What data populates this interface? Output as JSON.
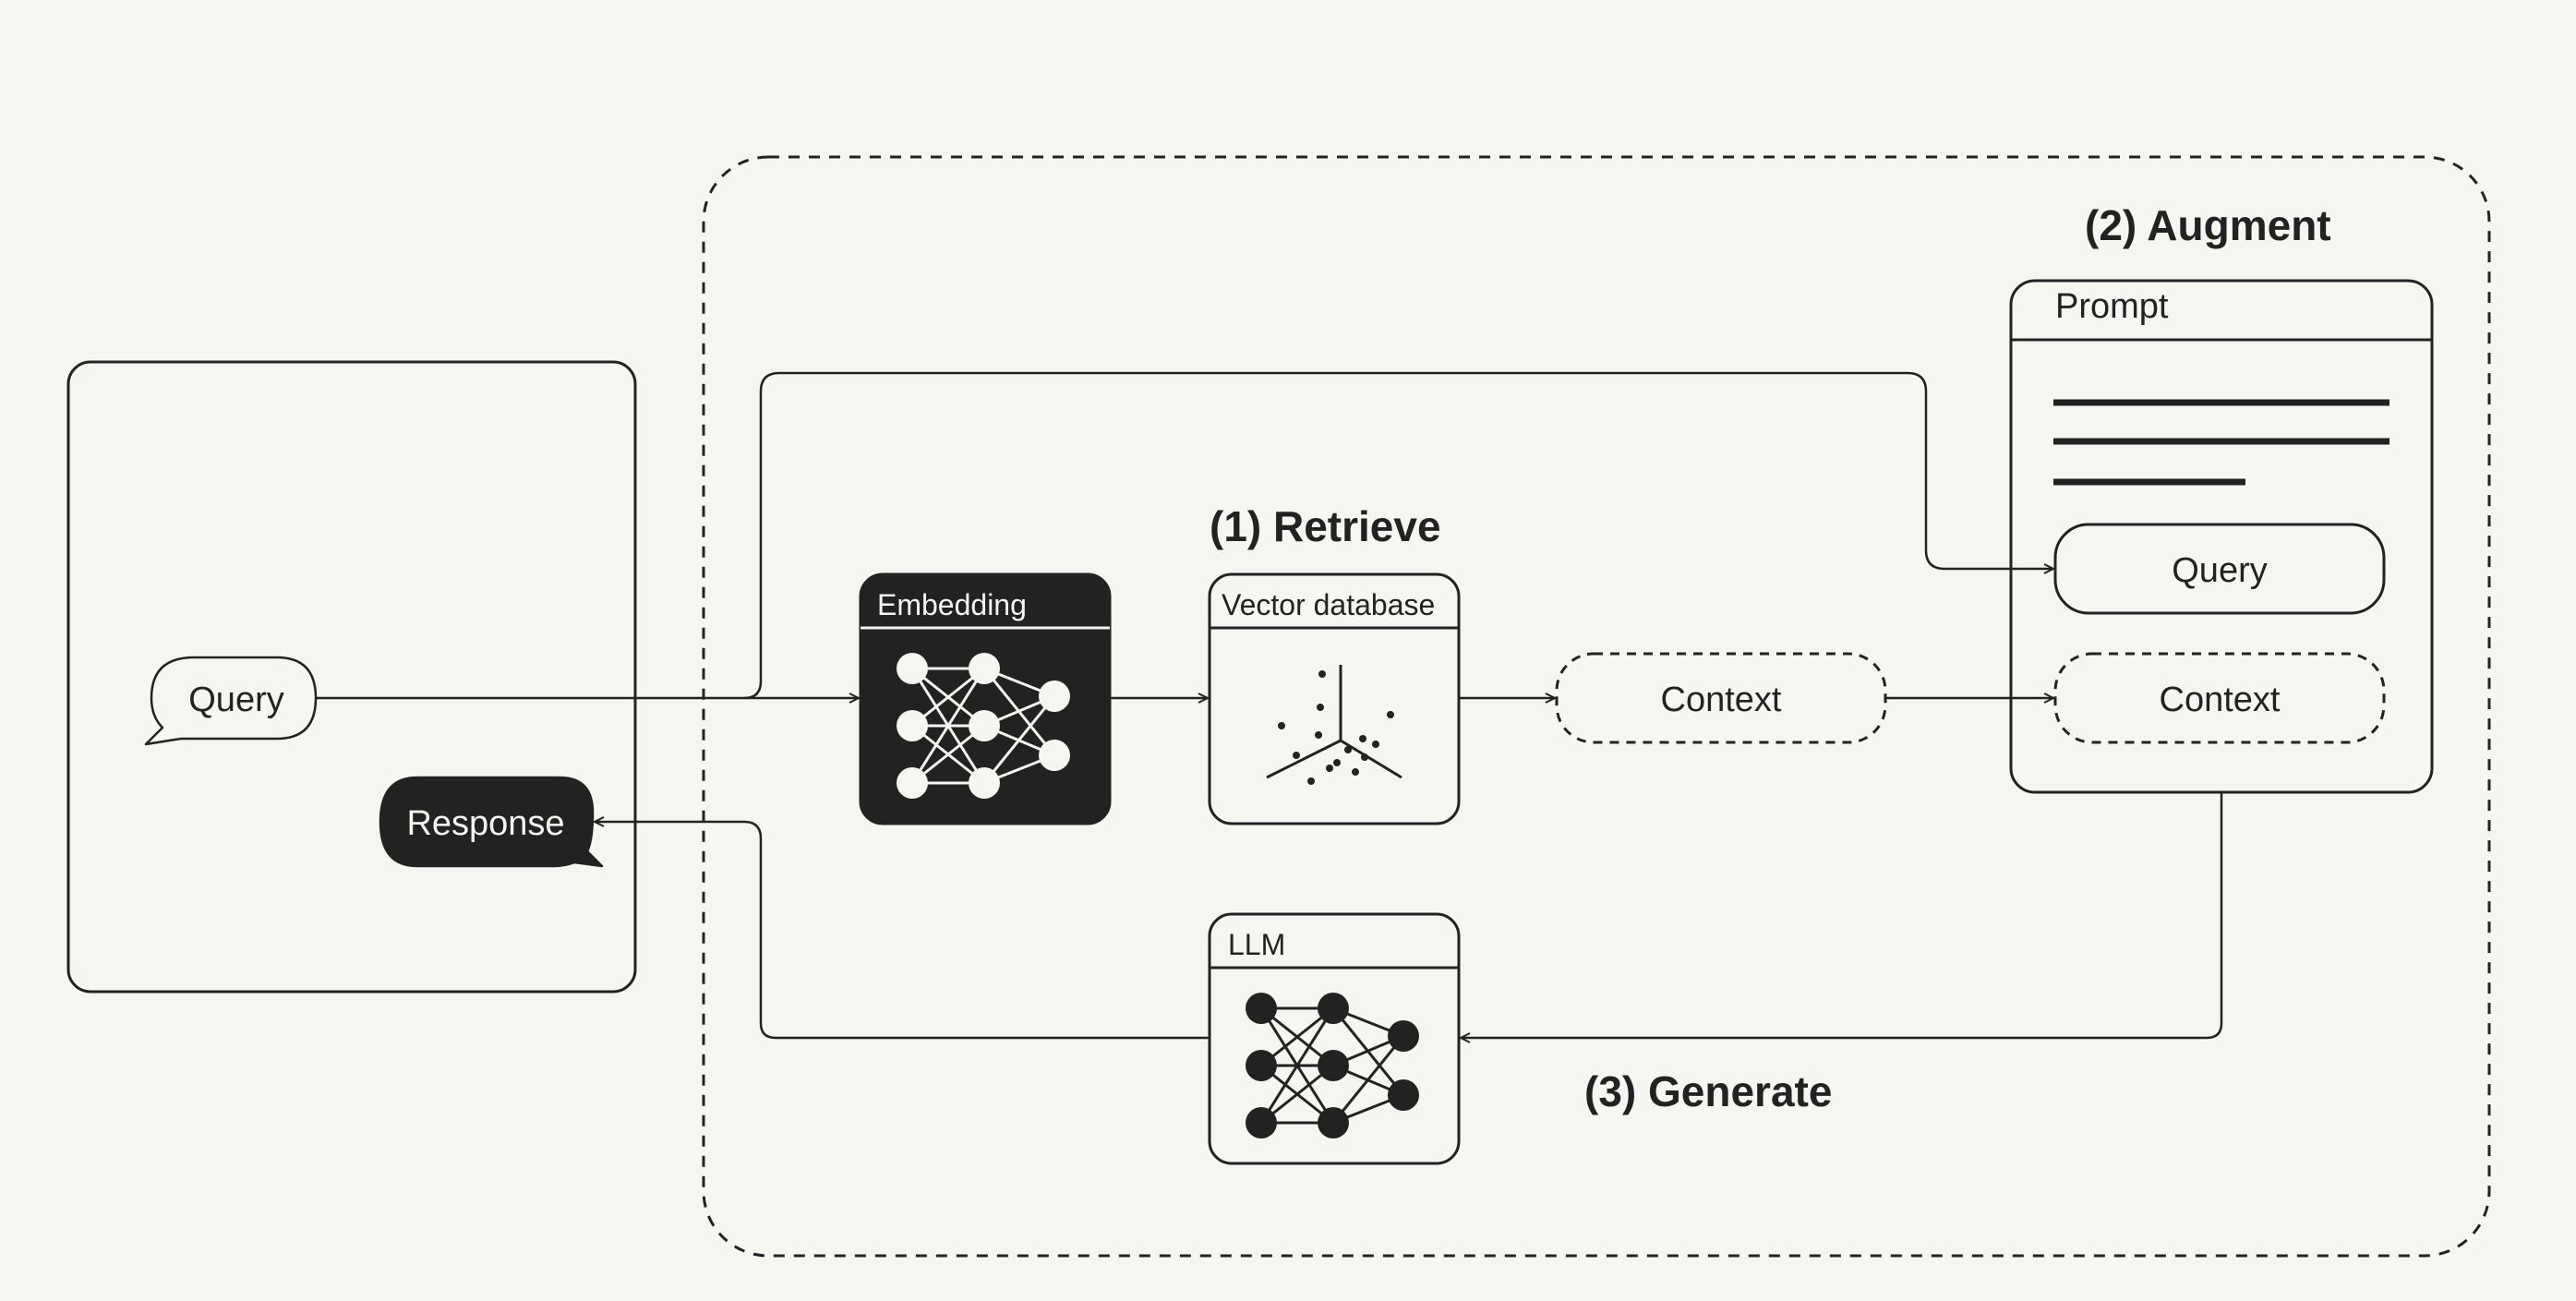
{
  "steps": {
    "retrieve": "(1) Retrieve",
    "augment": "(2) Augment",
    "generate": "(3) Generate"
  },
  "client": {
    "query": "Query",
    "response": "Response"
  },
  "components": {
    "embedding": "Embedding",
    "vector_db": "Vector database",
    "context": "Context",
    "llm": "LLM"
  },
  "prompt": {
    "title": "Prompt",
    "query": "Query",
    "context": "Context"
  },
  "colors": {
    "background": "#f6f5f1",
    "ink": "#222222"
  }
}
